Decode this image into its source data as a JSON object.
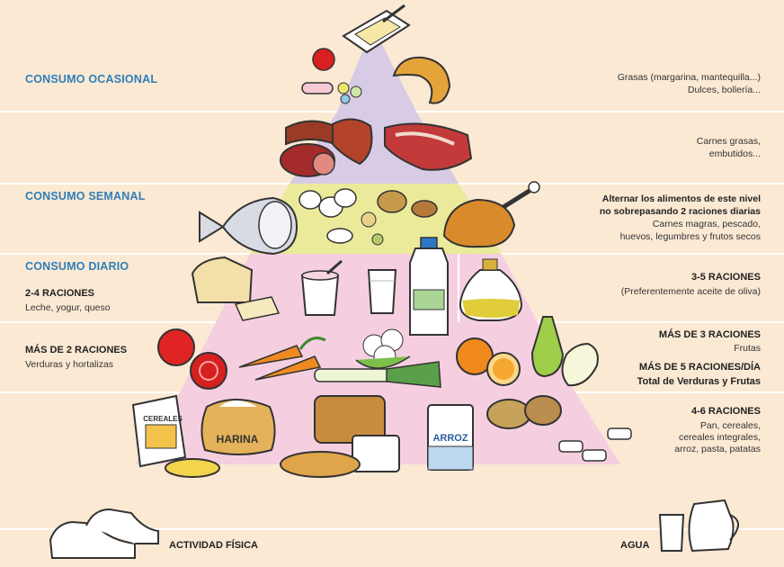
{
  "left": {
    "occasional_title": "CONSUMO OCASIONAL",
    "weekly_title": "CONSUMO SEMANAL",
    "daily_title": "CONSUMO DIARIO",
    "dairy_rations": "2-4 RACIONES",
    "dairy_items": "Leche, yogur, queso",
    "veg_rations": "MÁS DE 2 RACIONES",
    "veg_items": "Verduras y hortalizas",
    "activity": "ACTIVIDAD FÍSICA"
  },
  "right": {
    "fats_line1": "Grasas (margarina, mantequilla...)",
    "fats_line2": "Dulces, bollería...",
    "meat_line1": "Carnes grasas,",
    "meat_line2": "embutidos...",
    "weekly_bold1": "Alternar los alimentos de este nivel",
    "weekly_bold2": "no sobrepasando 2 raciones diarias",
    "weekly_line1": "Carnes magras, pescado,",
    "weekly_line2": "huevos, legumbres y frutos secos",
    "oil_rations": "3-5 RACIONES",
    "oil_items": "(Preferentemente aceite de oliva)",
    "fruit_rations": "MÁS DE 3 RACIONES",
    "fruit_items": "Frutas",
    "veg_total_rations": "MÁS DE 5 RACIONES/DÍA",
    "veg_total_items": "Total de Verduras y Frutas",
    "cereal_rations": "4-6 RACIONES",
    "cereal_line1": "Pan, cereales,",
    "cereal_line2": "cereales integrales,",
    "cereal_line3": "arroz, pasta, patatas",
    "water": "AGUA"
  },
  "packages": {
    "cereales": "CEREALES",
    "harina": "HARINA",
    "arroz": "ARROZ"
  },
  "colors": {
    "background": "#fbe9d4",
    "tier_top": "#d8cbe6",
    "tier_weekly": "#eaea9a",
    "tier_daily": "#f5cfe0",
    "section_title": "#2f7fb8"
  },
  "icons": [
    "butter-icon",
    "candy-icon",
    "croissant-icon",
    "sausage-icon",
    "steak-icon",
    "fish-icon",
    "eggs-icon",
    "nuts-icon",
    "chicken-icon",
    "cheese-icon",
    "yogurt-icon",
    "milk-glass-icon",
    "water-bottle-icon",
    "olive-oil-icon",
    "tomato-icon",
    "carrot-icon",
    "cauliflower-icon",
    "leek-icon",
    "orange-icon",
    "pear-icon",
    "cereal-box-icon",
    "flour-sack-icon",
    "bread-icon",
    "rice-box-icon",
    "potato-icon",
    "pasta-icon",
    "corn-icon",
    "sneakers-icon",
    "water-jug-icon"
  ]
}
